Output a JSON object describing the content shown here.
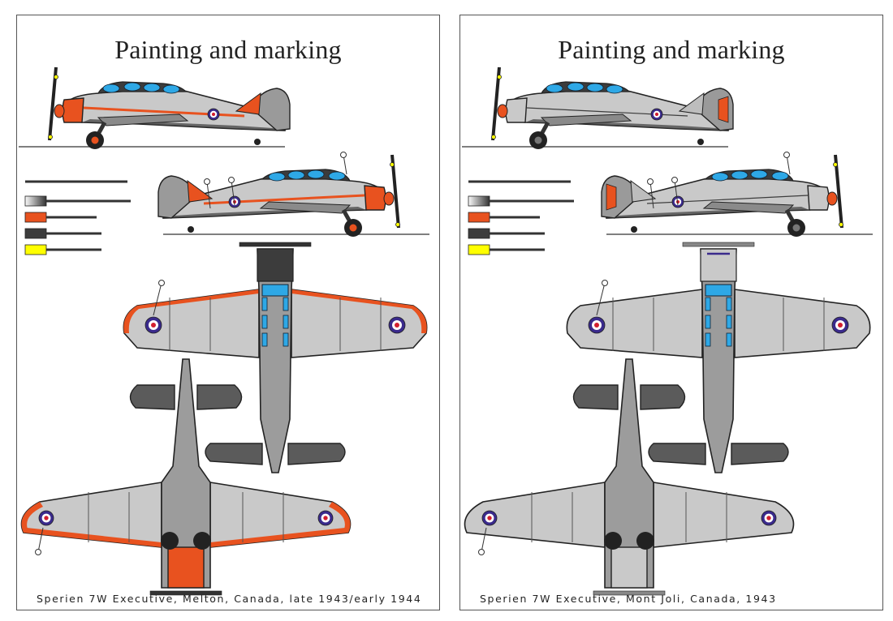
{
  "sheets": [
    {
      "title": "Painting and marking",
      "caption": "Sperien 7W Executive, Melton, Canada, late 1943/early 1944",
      "scheme": "trainer",
      "colors": {
        "base": "#c9c9c9",
        "accent": "#e8521f",
        "dark": "#3c3c3c",
        "yellow": "#ffff00",
        "glass": "#2ea8e6",
        "roundel_outer": "#3a2a8c",
        "roundel_inner": "#d21f2f"
      }
    },
    {
      "title": "Painting and marking",
      "caption": "Sperien 7W Executive, Mont Joli, Canada, 1943",
      "scheme": "silver",
      "colors": {
        "base": "#c9c9c9",
        "accent": "#e8521f",
        "dark": "#3c3c3c",
        "yellow": "#ffff00",
        "glass": "#2ea8e6",
        "roundel_outer": "#3a2a8c",
        "roundel_inner": "#d21f2f"
      }
    }
  ]
}
